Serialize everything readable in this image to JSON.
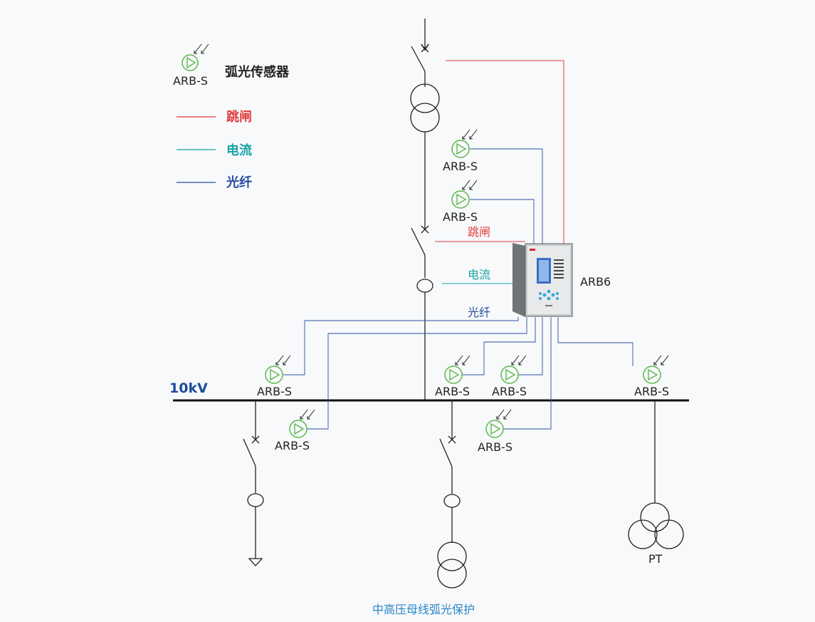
{
  "colors": {
    "trip": "#e23b3b",
    "current": "#1aa3a3",
    "fiber": "#2b4fa0",
    "sensor": "#5cb84a",
    "line": "#222222",
    "caption": "#2a86c6",
    "bus_label": "#1d4d9c"
  },
  "legend": {
    "sensor_model": "ARB-S",
    "sensor_desc": "弧光传感器",
    "trip": "跳闸",
    "current": "电流",
    "fiber": "光纤"
  },
  "device": {
    "name": "ARB6",
    "label_trip": "跳闸",
    "label_current": "电流",
    "label_fiber": "光纤"
  },
  "bus": {
    "label": "10kV"
  },
  "sensors": [
    {
      "label": "ARB-S"
    },
    {
      "label": "ARB-S"
    },
    {
      "label": "ARB-S"
    },
    {
      "label": "ARB-S"
    },
    {
      "label": "ARB-S"
    },
    {
      "label": "ARB-S"
    },
    {
      "label": "ARB-S"
    },
    {
      "label": "ARB-S"
    }
  ],
  "pt_label": "PT",
  "caption": "中高压母线弧光保护"
}
